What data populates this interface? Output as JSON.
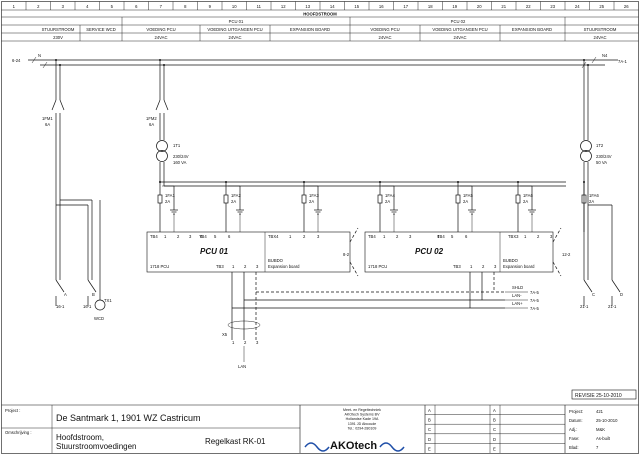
{
  "columns": [
    "1",
    "2",
    "3",
    "4",
    "5",
    "6",
    "7",
    "8",
    "9",
    "10",
    "11",
    "12",
    "13",
    "14",
    "15",
    "16",
    "17",
    "18",
    "19",
    "20",
    "21",
    "22",
    "23",
    "24",
    "25",
    "26"
  ],
  "header": {
    "main": "HOOFDSTROOM",
    "groups": [
      {
        "label": "STUURSTROOM",
        "sub": "230V"
      },
      {
        "label": "SERVICE WCD",
        "sub": ""
      },
      {
        "label": "PCU 01",
        "sub": ""
      },
      {
        "label": "VOEDING PCU",
        "sub": "24VAC"
      },
      {
        "label": "VOEDING UITGANGEN PCU",
        "sub": "24VAC"
      },
      {
        "label": "EXPANSION BOARD",
        "sub": ""
      },
      {
        "label": "PCU 02",
        "sub": ""
      },
      {
        "label": "VOEDING PCU",
        "sub": "24VAC"
      },
      {
        "label": "VOEDING UITGANGEN PCU",
        "sub": "24VAC"
      },
      {
        "label": "EXPANSION BOARD",
        "sub": ""
      },
      {
        "label": "STUURSTROOM",
        "sub": "24VAC"
      }
    ]
  },
  "schematic": {
    "supply_left": "6-24",
    "supply_left_n": "N",
    "supply_right": "7A-1",
    "supply_right_n": "N4",
    "fuses": [
      {
        "id": "1FM1",
        "val": "6A"
      },
      {
        "id": "1FM2",
        "val": "6A"
      }
    ],
    "transformers": [
      {
        "id": "1T1",
        "l1": "230/24V",
        "l2": "160 VA"
      },
      {
        "id": "1T2",
        "l1": "230/24V",
        "l2": "50 VA"
      }
    ],
    "fuse_blocks": [
      {
        "id": "1FA1",
        "val": "2A"
      },
      {
        "id": "1FA2",
        "val": "2A"
      },
      {
        "id": "1FA3",
        "val": "2A"
      },
      {
        "id": "1FA4",
        "val": "2A"
      },
      {
        "id": "1FA5",
        "val": "2A"
      },
      {
        "id": "1FA6",
        "val": "2A"
      },
      {
        "id": "1FA6",
        "val": "2A"
      }
    ],
    "pcu1": {
      "name": "PCU 01",
      "model": "1718 PCU",
      "tb4": "TB4",
      "tb3": "TB3",
      "tbx4": "TBX4",
      "tb4b": "TB4",
      "exp1": "BUBDO",
      "exp2": "Expansion board",
      "ref": "8-2"
    },
    "pcu2": {
      "name": "PCU 02",
      "model": "1718 PCU",
      "tb4": "TB4",
      "tb3": "TB3",
      "tbx3": "TBX3",
      "tb4b": "TB4",
      "exp1": "BUBDO",
      "exp2": "Expansion board",
      "ref": "12-2"
    },
    "signals": [
      {
        "label": "SHLD",
        "ref": "7A-5"
      },
      {
        "label": "LAN-",
        "ref": "7A-5"
      },
      {
        "label": "LAN+",
        "ref": "7A-5"
      }
    ],
    "wcd": "WCD",
    "tx": "TX1",
    "lan": "LAN",
    "x5": "X5",
    "left_contacts": {
      "a": "A",
      "b": "B",
      "ref": "16-1"
    },
    "right_contacts": {
      "c": "C",
      "d": "D",
      "ref": "21-1"
    },
    "revision": "REVISIE 25-10-2010"
  },
  "title_block": {
    "project_label": "Project :",
    "project_value": "De Santmark 1, 1901 WZ Castricum",
    "desc_label": "Omschrijving :",
    "desc_line1": "Hoofdstroom,",
    "desc_line2": "Stuurstroomvoedingen",
    "cabinet": "Regelkast RK-01",
    "company_lines": [
      "Meet- en Regeltechniek",
      "AKOtech Systems BV",
      "Hollandse Kade 19A",
      "1391 JD Abcoude",
      "Tel.: 0294-280109"
    ],
    "logo": "AKOtech",
    "rev_letters": [
      "A",
      "B",
      "C",
      "D",
      "E"
    ],
    "info": [
      {
        "k": "Project:",
        "v": "421"
      },
      {
        "k": "Datum:",
        "v": "25-10-2010"
      },
      {
        "k": "Adj.:",
        "v": "M&K"
      },
      {
        "k": "Fase:",
        "v": "As-built"
      },
      {
        "k": "Blad:",
        "v": "7"
      }
    ]
  },
  "colors": {
    "ink": "#111111",
    "logo_red": "#d21f1f",
    "logo_blue": "#1f4fa8"
  }
}
